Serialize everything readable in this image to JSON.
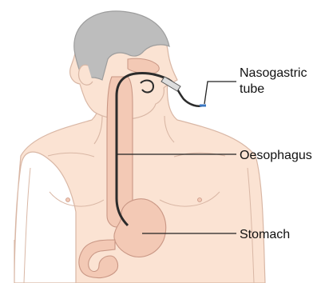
{
  "labels": {
    "nasogastric_tube": [
      "Nasogastric",
      "tube"
    ],
    "oesophagus": "Oesophagus",
    "stomach": "Stomach"
  },
  "colors": {
    "skin": "#fbe3d3",
    "skin_outline": "#d9b7a5",
    "hair": "#bdbdbd",
    "hair_outline": "#9d9d9d",
    "organ": "#f3c9b5",
    "organ_outline": "#c99785",
    "tube": "#2b2b2b",
    "tube_tip": "#3b77c2",
    "leader": "#222222"
  },
  "icons": {
    "figure": "human-torso-figure",
    "tube": "nasogastric-tube-icon"
  }
}
